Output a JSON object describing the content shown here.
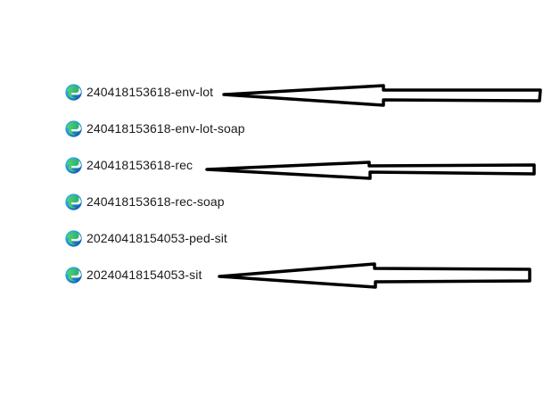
{
  "files": [
    {
      "name": "240418153618-env-lot",
      "icon": "edge-icon"
    },
    {
      "name": "240418153618-env-lot-soap",
      "icon": "edge-icon"
    },
    {
      "name": "240418153618-rec",
      "icon": "edge-icon"
    },
    {
      "name": "240418153618-rec-soap",
      "icon": "edge-icon"
    },
    {
      "name": "20240418154053-ped-sit",
      "icon": "edge-icon"
    },
    {
      "name": "20240418154053-sit",
      "icon": "edge-icon"
    }
  ],
  "annotation_color": "#000000"
}
